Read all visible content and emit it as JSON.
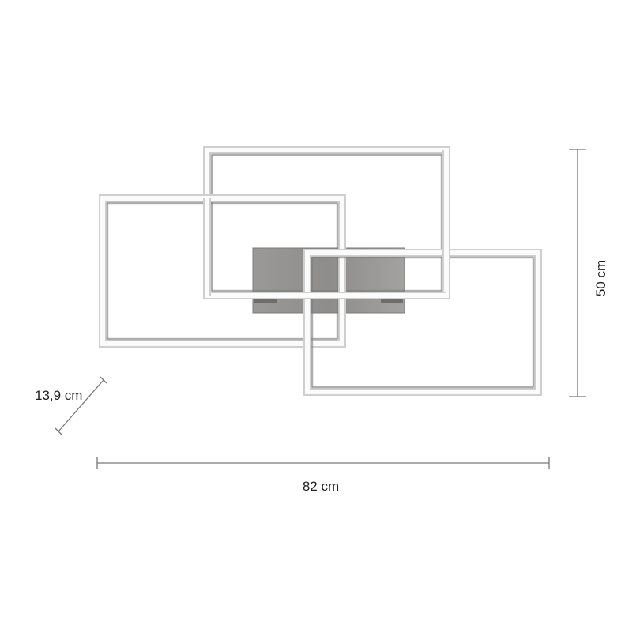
{
  "dimensions": {
    "depth": "13,9 cm",
    "width": "82 cm",
    "height": "50 cm"
  },
  "colors": {
    "dimension_line": "#777777",
    "frame_outer": "#c9c9c9",
    "frame_inner": "#8a8a8a",
    "frame_face": "#fafafa",
    "mount_plate": "#8f8e8c",
    "mount_plate_shadow": "#6e6d6b"
  }
}
